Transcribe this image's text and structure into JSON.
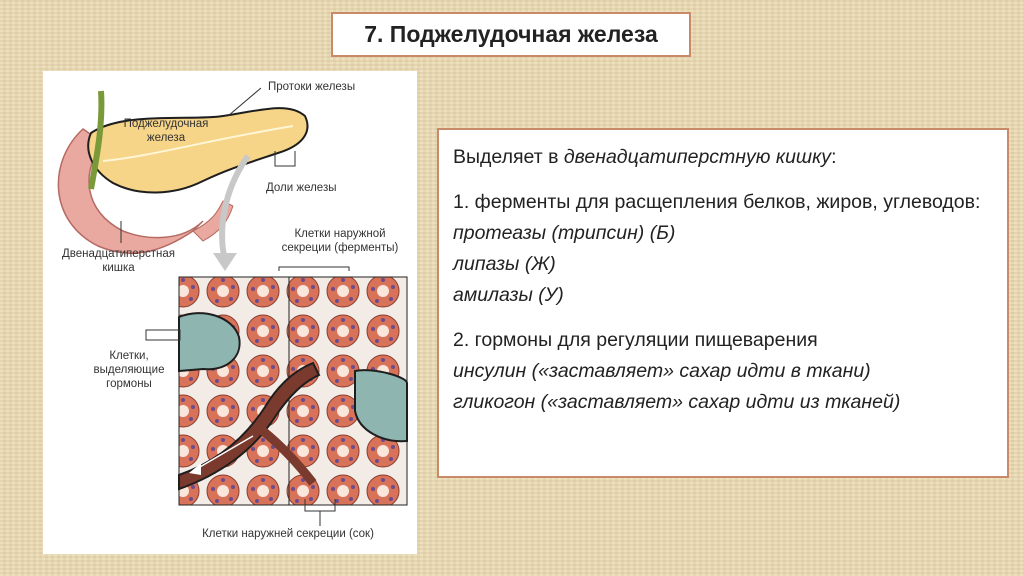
{
  "title": "7. Поджелудочная железа",
  "diagram": {
    "labels": {
      "ducts": "Протоки железы",
      "gland": "Поджелудочная\nжелеза",
      "lobes": "Доли железы",
      "duodenum": "Двенадцатиперстная\nкишка",
      "exocrine_enzymes": "Клетки наружной\nсекреции (ферменты)",
      "hormone_cells": "Клетки,\nвыделяющие\nгормоны",
      "exocrine_juice": "Клетки наружней секреции (сок)"
    }
  },
  "text": {
    "intro_plain": "Выделяет в ",
    "intro_italic": "двенадцатиперстную кишку",
    "intro_end": ":",
    "item1": "1. ферменты для расщепления белков, жиров, углеводов:",
    "enzymes": [
      "протеазы (трипсин) (Б)",
      "липазы (Ж)",
      "амилазы (У)"
    ],
    "item2": "2. гормоны для регуляции пищеварения",
    "hormones": [
      "инсулин («заставляет» сахар идти в ткани)",
      "гликогон («заставляет» сахар идти из тканей)"
    ]
  }
}
